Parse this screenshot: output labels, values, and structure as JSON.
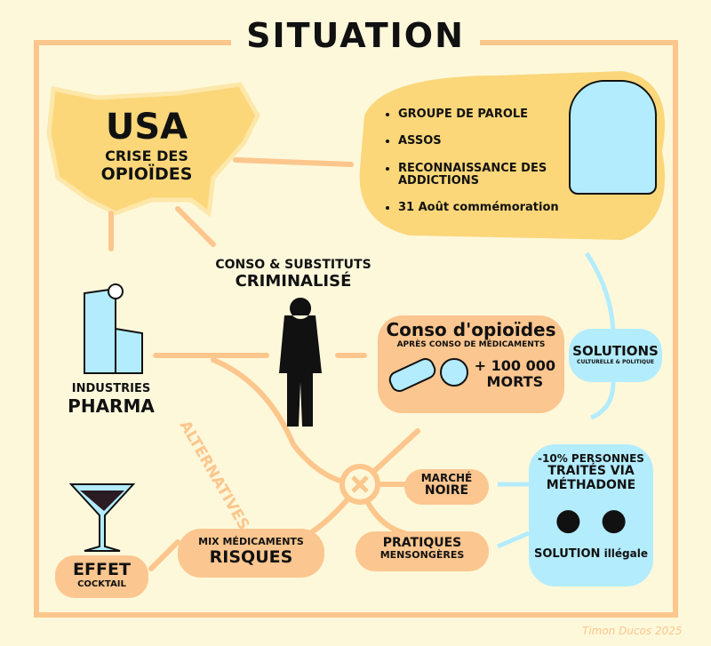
{
  "title": "SITUATION",
  "usa": {
    "title": "USA",
    "line1": "CRISE DES",
    "line2": "OPIOÏDES"
  },
  "top_right": {
    "items": [
      "GROUPE DE PAROLE",
      "ASSOS",
      "RECONNAISSANCE DES ADDICTIONS",
      "31 Août commémoration"
    ]
  },
  "center": {
    "line1": "CONSO & SUBSTITUTS",
    "line2": "CRIMINALISÉ"
  },
  "pharma": {
    "line1": "INDUSTRIES",
    "line2": "PHARMA"
  },
  "conso": {
    "title": "Conso d'opioïdes",
    "subtitle": "APRÈS CONSO DE MÉDICAMENTS",
    "deaths": "+ 100 000",
    "deaths2": "MORTS"
  },
  "solutions": {
    "title": "SOLUTIONS",
    "subtitle": "CULTURELLE & POLITIQUE"
  },
  "methadone": {
    "line1": "-10% PERSONNES",
    "line2": "TRAITÉS VIA",
    "line3": "MÉTHADONE",
    "sol": "SOLUTION",
    "sol2": "illégale"
  },
  "alternatives": "ALTERNATIVES",
  "marche": {
    "line1": "MARCHÉ",
    "line2": "NOIRE"
  },
  "pratiques": {
    "line1": "PRATIQUES",
    "line2": "MENSONGÈRES"
  },
  "mix": {
    "line1": "MIX MÉDICAMENTS",
    "line2": "RISQUES"
  },
  "effet": {
    "line1": "EFFET",
    "line2": "COCKTAIL"
  },
  "signature": "Timon Ducos 2025",
  "colors": {
    "bg": "#fef8db",
    "orange": "#fcc68c",
    "yellow": "#fbd77a",
    "blue": "#b3ecfd"
  }
}
